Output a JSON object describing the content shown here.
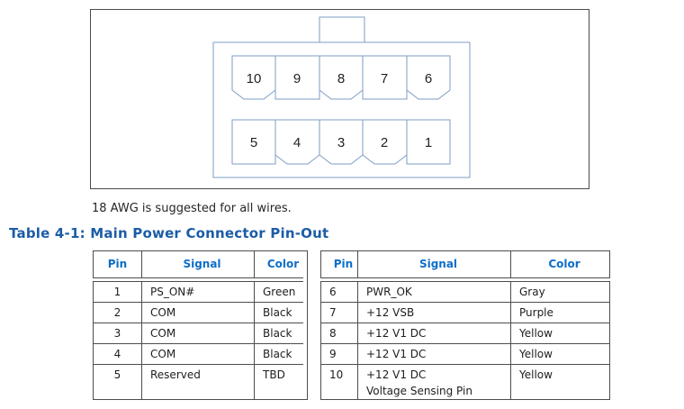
{
  "diagram": {
    "caption": "18 AWG is suggested for all wires.",
    "top_row": [
      "10",
      "9",
      "8",
      "7",
      "6"
    ],
    "bottom_row": [
      "5",
      "4",
      "3",
      "2",
      "1"
    ]
  },
  "table": {
    "title": "Table 4-1: Main Power Connector Pin-Out",
    "left": {
      "headers": [
        "Pin",
        "Signal",
        "Color"
      ],
      "rows": [
        {
          "pin": "1",
          "signal": "PS_ON#",
          "color": "Green"
        },
        {
          "pin": "2",
          "signal": "COM",
          "color": "Black"
        },
        {
          "pin": "3",
          "signal": "COM",
          "color": "Black"
        },
        {
          "pin": "4",
          "signal": "COM",
          "color": "Black"
        },
        {
          "pin": "5",
          "signal": "Reserved",
          "color": "TBD"
        }
      ]
    },
    "right": {
      "headers": [
        "Pin",
        "Signal",
        "Color"
      ],
      "rows": [
        {
          "pin": "6",
          "signal": "PWR_OK",
          "color": "Gray"
        },
        {
          "pin": "7",
          "signal": "+12 VSB",
          "color": "Purple"
        },
        {
          "pin": "8",
          "signal": "+12 V1 DC",
          "color": "Yellow"
        },
        {
          "pin": "9",
          "signal": "+12 V1 DC",
          "color": "Yellow"
        },
        {
          "pin": "10",
          "signal": "+12 V1 DC",
          "signal_line2": "Voltage Sensing Pin",
          "color": "Yellow"
        }
      ]
    }
  },
  "colors": {
    "title_blue": "#1c5ca6",
    "header_blue": "#0d6ec8",
    "connector_line_blue": "#7e9ec4",
    "table_border": "#4d4d4d",
    "figure_frame": "#4b4b4b"
  }
}
